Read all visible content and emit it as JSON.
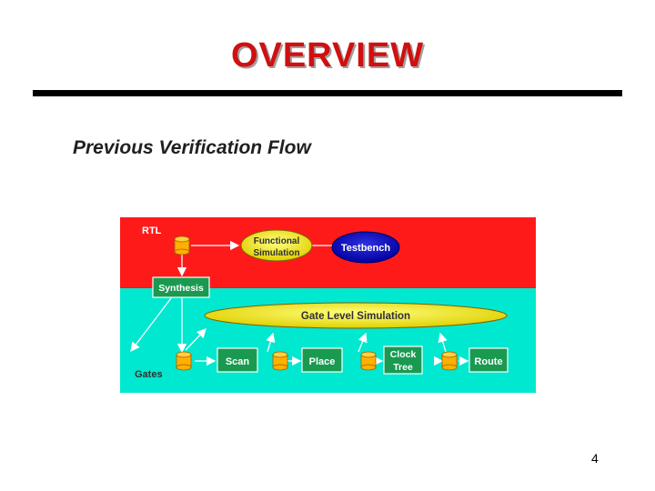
{
  "slide": {
    "title": "OVERVIEW",
    "subtitle": "Previous Verification Flow",
    "page_number": "4"
  },
  "diagram": {
    "regions": [
      {
        "name": "RTL",
        "color": "#ff1a1a"
      },
      {
        "name": "Gates",
        "color": "#00e8d0"
      }
    ],
    "nodes": {
      "functional_simulation": {
        "line1": "Functional",
        "line2": "Simulation"
      },
      "testbench": "Testbench",
      "synthesis": "Synthesis",
      "gate_level_simulation": "Gate Level Simulation",
      "scan": "Scan",
      "place": "Place",
      "clock_tree": {
        "line1": "Clock",
        "line2": "Tree"
      },
      "route": "Route"
    },
    "colors": {
      "green_box": "#1a9a50",
      "yellow_ellipse": "#ffff30",
      "blue_ellipse": "#1010c0",
      "database": "#ffb000"
    }
  }
}
